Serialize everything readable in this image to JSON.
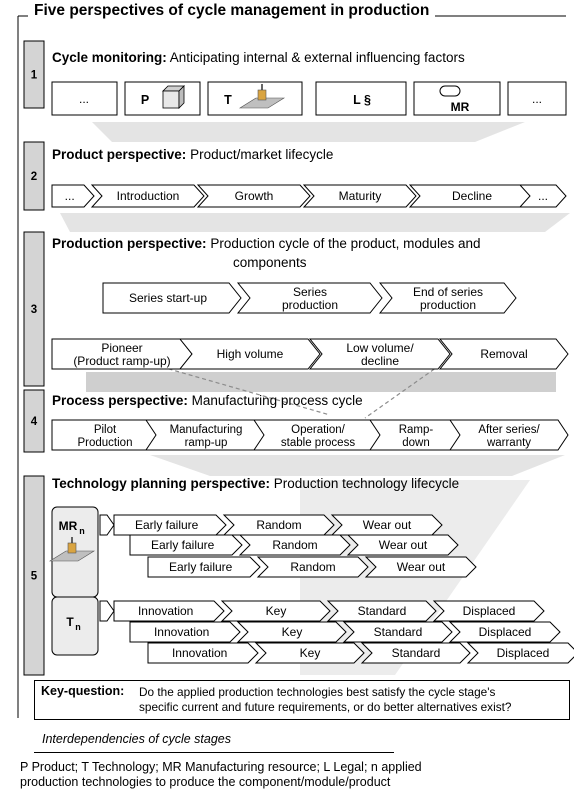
{
  "title": "Five perspectives of cycle management in production",
  "sections": [
    {
      "number": "1",
      "bold": "Cycle monitoring:",
      "rest": "Anticipating internal & external influencing factors"
    },
    {
      "number": "2",
      "bold": "Product perspective:",
      "rest": "Product/market lifecycle"
    },
    {
      "number": "3",
      "bold": "Production perspective:",
      "rest": "Production cycle of the product, modules and",
      "rest2": "components"
    },
    {
      "number": "4",
      "bold": "Process perspective:",
      "rest": "Manufacturing process cycle"
    },
    {
      "number": "5",
      "bold": "Technology planning perspective:",
      "rest": "Production technology lifecycle"
    }
  ],
  "monitoring_boxes": [
    "...",
    "P",
    "T",
    "L §",
    "MR",
    "..."
  ],
  "product_stages": [
    "...",
    "Introduction",
    "Growth",
    "Maturity",
    "Decline",
    "..."
  ],
  "production_stages_top": [
    [
      "Series start-up"
    ],
    [
      "Series",
      "production"
    ],
    [
      "End of series",
      "production"
    ]
  ],
  "production_stages_bottom": [
    [
      "Pioneer",
      "(Product ramp-up)"
    ],
    [
      "High volume"
    ],
    [
      "Low volume/",
      "decline"
    ],
    [
      "Removal"
    ]
  ],
  "process_stages": [
    [
      "Pilot",
      "Production"
    ],
    [
      "Manufacturing",
      "ramp-up"
    ],
    [
      "Operation/",
      "stable process"
    ],
    [
      "Ramp-",
      "down"
    ],
    [
      "After series/",
      "warranty"
    ]
  ],
  "mr_label": "MR",
  "mr_sub": "n",
  "t_label": "T",
  "t_sub": "n",
  "mr_stages": [
    "Early failure",
    "Random",
    "Wear out"
  ],
  "t_stages": [
    "Innovation",
    "Key",
    "Standard",
    "Displaced"
  ],
  "key_question": {
    "bold": "Key-question:",
    "line1": "Do the applied production technologies best satisfy the cycle stage's",
    "line2": "specific current and future requirements, or do better alternatives exist?"
  },
  "legend_dashed": "Interdependencies of cycle stages",
  "footnote_line1": "P Product; T Technology; MR Manufacturing resource; L Legal; n applied",
  "footnote_line2": "production technologies to produce the component/module/product",
  "colors": {
    "grey_number": "#d4d4d4",
    "funnel": "#e4e4e4",
    "band": "#cfcfcf",
    "dashed": "#8c8c8c"
  }
}
